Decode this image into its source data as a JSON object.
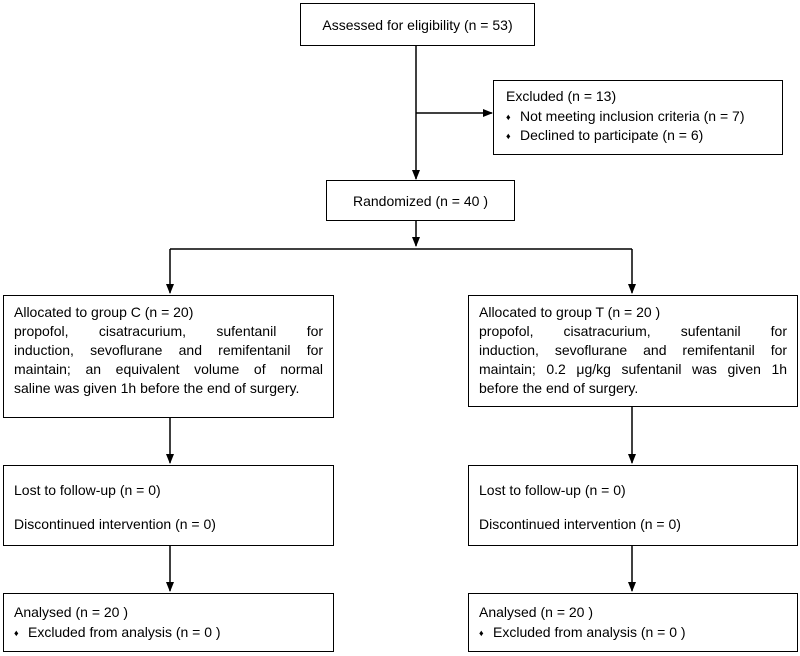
{
  "assessed": "Assessed for eligibility (n = 53)",
  "excluded": {
    "title": "Excluded  (n = 13)",
    "bullet": "♦",
    "items": [
      "Not meeting inclusion criteria (n = 7)",
      "Declined to participate (n = 6)"
    ]
  },
  "randomized": "Randomized (n = 40 )",
  "groupC": {
    "title": "Allocated to group C (n = 20)",
    "lines": [
      [
        "propofol,",
        "cisatracurium,",
        "sufentanil",
        "for"
      ],
      [
        "induction,",
        "sevoflurane",
        "and",
        "remifentanil",
        "for"
      ],
      [
        "maintain;",
        "an",
        "equivalent",
        "volume",
        "of",
        "normal"
      ]
    ],
    "last": "saline was given 1h before the end of surgery.",
    "lost": "Lost to follow-up  (n = 0)",
    "discontinued": "Discontinued intervention (n = 0)",
    "analysed": "Analysed  (n = 20 )",
    "excluded_analysis": "Excluded from analysis (n = 0  )"
  },
  "groupT": {
    "title": "Allocated to group T (n = 20  )",
    "lines": [
      [
        "propofol,",
        "cisatracurium,",
        "sufentanil",
        "for"
      ],
      [
        "induction,",
        "sevoflurane",
        "and",
        "remifentanil",
        "for"
      ],
      [
        "maintain;",
        "0.2",
        "μg/kg",
        "sufentanil",
        "was",
        "given",
        "1h"
      ]
    ],
    "last": "before the end of  surgery.",
    "lost": "Lost to follow-up  (n = 0)",
    "discontinued": "Discontinued intervention (n = 0)",
    "analysed": "Analysed  (n = 20 )",
    "excluded_analysis": "Excluded from analysis  (n = 0 )"
  }
}
